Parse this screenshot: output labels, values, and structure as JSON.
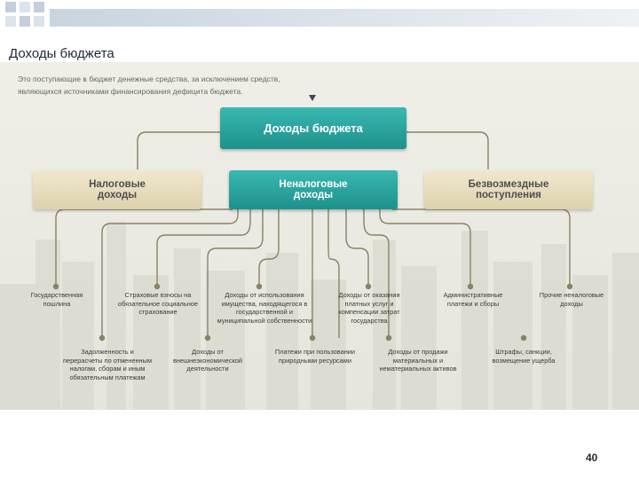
{
  "slide": {
    "title": "Доходы бюджета",
    "intro": "Это поступающие в бюджет денежные средства, за исключением средств, являющихся источниками финансирования дефицита бюджета.",
    "page_number": "40"
  },
  "diagram": {
    "root": "Доходы бюджета",
    "categories": [
      {
        "id": "tax",
        "label": "Налоговые доходы"
      },
      {
        "id": "nontax",
        "label": "Неналоговые доходы"
      },
      {
        "id": "gratuitous",
        "label": "Безвозмездные поступления"
      }
    ],
    "nontax_items": [
      "Государственная пошлина",
      "Страховые взносы на обязательное социальное страхование",
      "Доходы от использования имущества, находящегося в государственной и муниципальной собственности",
      "Доходы от оказания платных услуг и компенсации затрат государства",
      "Административные платежи и сборы",
      "Прочие неналоговые доходы",
      "Задолженность и перерасчеты по отмененным налогам, сборам и иным обязательным платежам",
      "Доходы от внешнеэкономической деятельности",
      "Платежи при пользовании природными ресурсами",
      "Доходы от продажи материальных и нематериальных активов",
      "Штрафы, санкции, возмещение ущерба"
    ]
  },
  "colors": {
    "teal": "#2aa7a1",
    "beige": "#e8dcbc",
    "connector": "#8a8264",
    "topbar": "#dfe6ee"
  }
}
